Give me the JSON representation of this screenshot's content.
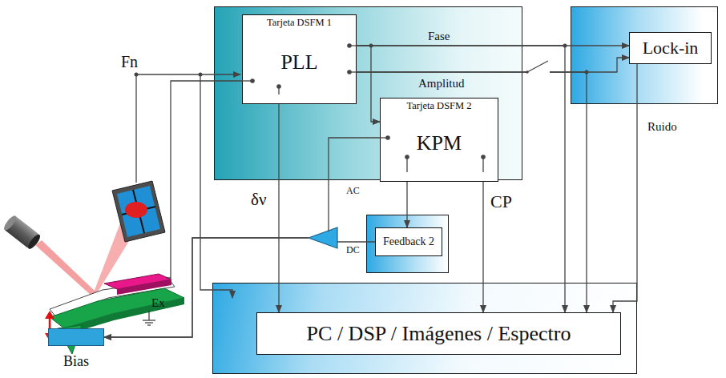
{
  "diagram": {
    "nodes": [
      {
        "text": [
          "Tarjeta DSFM 1",
          "PLL"
        ]
      },
      {
        "text": [
          "Tarjeta DSFM 2",
          "KPM"
        ]
      },
      {
        "text": [
          "Lock-in"
        ]
      },
      {
        "text": [
          "Feedback 2"
        ]
      },
      {
        "text": [
          "PC / DSP / Imágenes / Espectro"
        ]
      },
      {
        "text": [
          "Bias"
        ]
      }
    ],
    "edges": [
      {
        "from": 0,
        "to": 2,
        "label": "Fase",
        "arrow": "to"
      },
      {
        "from": 0,
        "to": 2,
        "label": "Amplitud",
        "arrow": "to"
      },
      {
        "from": 0,
        "to": 1,
        "arrow": "to"
      },
      {
        "from": 0,
        "to": 4,
        "label": "δν",
        "arrow": "to"
      },
      {
        "from": 0,
        "to": 4,
        "arrow": "to"
      },
      {
        "from": 0,
        "to": 4,
        "arrow": "to"
      },
      {
        "from": 1,
        "to": 3,
        "arrow": "to"
      },
      {
        "from": 1,
        "to": 4,
        "label": "CP",
        "arrow": "to"
      },
      {
        "from": 1,
        "to": 5,
        "label": "AC",
        "arrow": "to"
      },
      {
        "from": 3,
        "to": 5,
        "label": "DC",
        "arrow": "to"
      },
      {
        "from": 2,
        "to": 4,
        "label": "Ruido",
        "arrow": "to"
      }
    ],
    "labels": [
      "Fn",
      "Ex"
    ]
  }
}
